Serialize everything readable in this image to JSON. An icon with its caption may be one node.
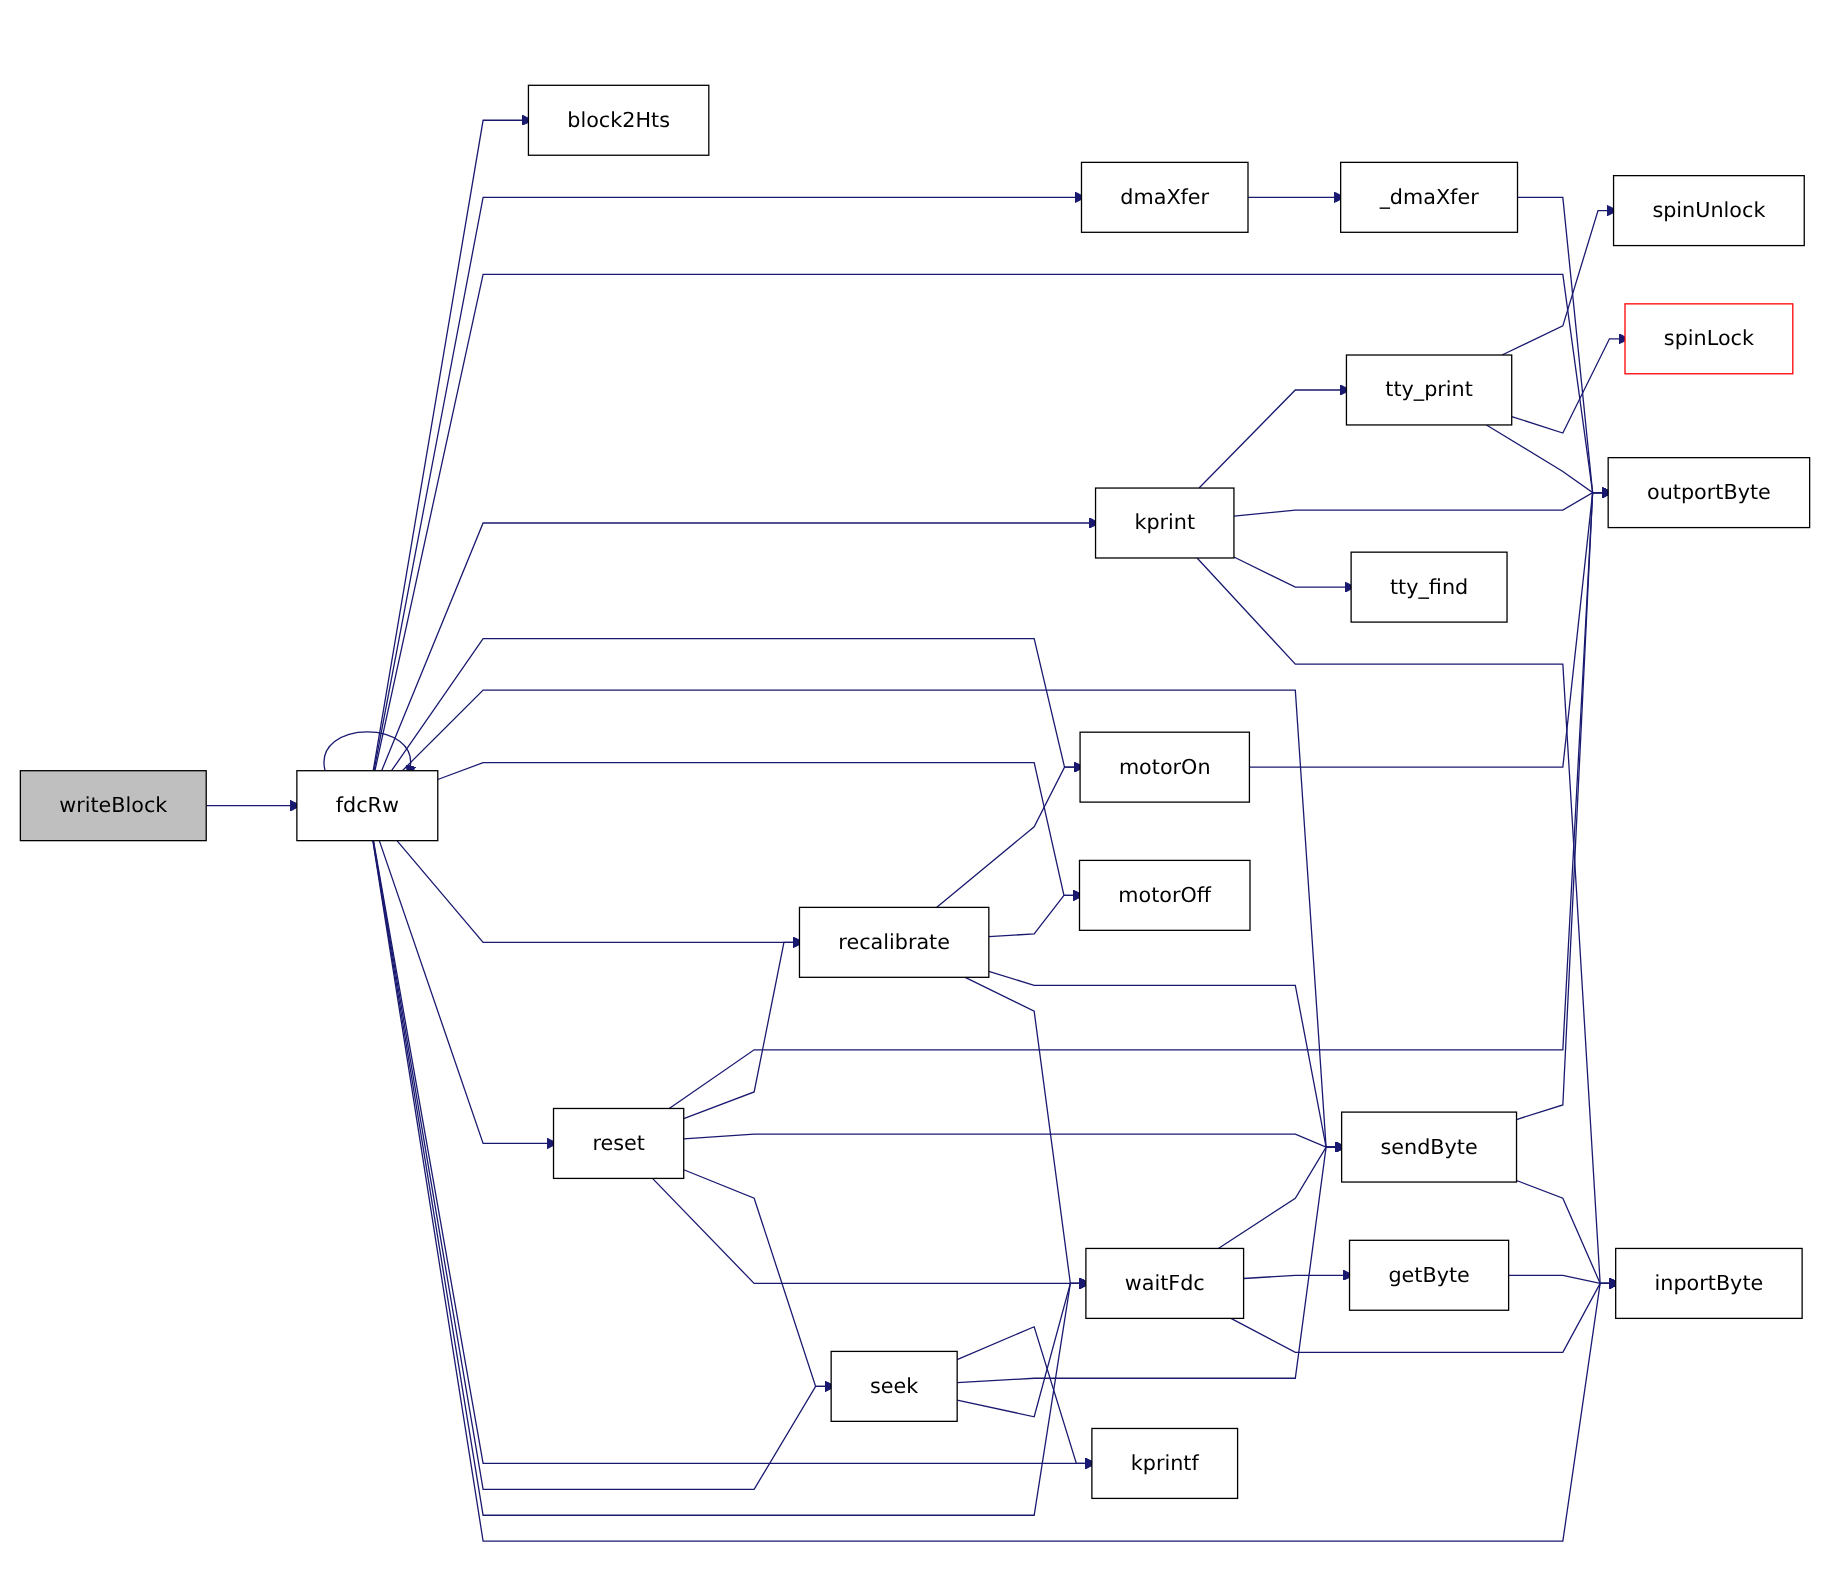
{
  "diagram": {
    "nodes": [
      {
        "text": [
          "writeBlock"
        ]
      },
      {
        "text": [
          "fdcRw"
        ]
      },
      {
        "text": [
          "block2Hts"
        ]
      },
      {
        "text": [
          "dmaXfer"
        ]
      },
      {
        "text": [
          "_dmaXfer"
        ]
      },
      {
        "text": [
          "tty_print"
        ]
      },
      {
        "text": [
          "spinUnlock"
        ]
      },
      {
        "text": [
          "spinLock"
        ]
      },
      {
        "text": [
          "outportByte"
        ]
      },
      {
        "text": [
          "kprint"
        ]
      },
      {
        "text": [
          "tty_find"
        ]
      },
      {
        "text": [
          "motorOn"
        ]
      },
      {
        "text": [
          "motorOff"
        ]
      },
      {
        "text": [
          "recalibrate"
        ]
      },
      {
        "text": [
          "reset"
        ]
      },
      {
        "text": [
          "sendByte"
        ]
      },
      {
        "text": [
          "kprintf"
        ]
      },
      {
        "text": [
          "seek"
        ]
      },
      {
        "text": [
          "getByte"
        ]
      },
      {
        "text": [
          "inportByte"
        ]
      },
      {
        "text": [
          "waitFdc"
        ]
      }
    ],
    "edges": [
      {
        "from": 0,
        "to": 1,
        "arrow": "to"
      },
      {
        "from": 1,
        "to": 1,
        "arrow": "to"
      },
      {
        "from": 1,
        "to": 2,
        "arrow": "to"
      },
      {
        "from": 1,
        "to": 3,
        "arrow": "to"
      },
      {
        "from": 3,
        "to": 4,
        "arrow": "to"
      },
      {
        "from": 4,
        "to": 8,
        "arrow": "to"
      },
      {
        "from": 1,
        "to": 8,
        "arrow": "to"
      },
      {
        "from": 1,
        "to": 9,
        "arrow": "to"
      },
      {
        "from": 9,
        "to": 5,
        "arrow": "to"
      },
      {
        "from": 5,
        "to": 6,
        "arrow": "to"
      },
      {
        "from": 5,
        "to": 7,
        "arrow": "to"
      },
      {
        "from": 5,
        "to": 8,
        "arrow": "to"
      },
      {
        "from": 9,
        "to": 8,
        "arrow": "to"
      },
      {
        "from": 9,
        "to": 10,
        "arrow": "to"
      },
      {
        "from": 9,
        "to": 19,
        "arrow": "to"
      },
      {
        "from": 1,
        "to": 11,
        "arrow": "to"
      },
      {
        "from": 11,
        "to": 8,
        "arrow": "to"
      },
      {
        "from": 1,
        "to": 15,
        "arrow": "to"
      },
      {
        "from": 1,
        "to": 12,
        "arrow": "to"
      },
      {
        "from": 1,
        "to": 13,
        "arrow": "to"
      },
      {
        "from": 1,
        "to": 14,
        "arrow": "to"
      },
      {
        "from": 13,
        "to": 11,
        "arrow": "to"
      },
      {
        "from": 13,
        "to": 12,
        "arrow": "to"
      },
      {
        "from": 13,
        "to": 15,
        "arrow": "to"
      },
      {
        "from": 13,
        "to": 20,
        "arrow": "to"
      },
      {
        "from": 14,
        "to": 8,
        "arrow": "to"
      },
      {
        "from": 14,
        "to": 13,
        "arrow": "to"
      },
      {
        "from": 14,
        "to": 15,
        "arrow": "to"
      },
      {
        "from": 14,
        "to": 17,
        "arrow": "to"
      },
      {
        "from": 14,
        "to": 20,
        "arrow": "to"
      },
      {
        "from": 1,
        "to": 16,
        "arrow": "to"
      },
      {
        "from": 1,
        "to": 17,
        "arrow": "to"
      },
      {
        "from": 1,
        "to": 20,
        "arrow": "to"
      },
      {
        "from": 1,
        "to": 19,
        "arrow": "to"
      },
      {
        "from": 17,
        "to": 16,
        "arrow": "to"
      },
      {
        "from": 17,
        "to": 15,
        "arrow": "to"
      },
      {
        "from": 17,
        "to": 20,
        "arrow": "to"
      },
      {
        "from": 15,
        "to": 8,
        "arrow": "to"
      },
      {
        "from": 15,
        "to": 19,
        "arrow": "to"
      },
      {
        "from": 20,
        "to": 15,
        "arrow": "to"
      },
      {
        "from": 20,
        "to": 18,
        "arrow": "to"
      },
      {
        "from": 18,
        "to": 19,
        "arrow": "to"
      },
      {
        "from": 20,
        "to": 19,
        "arrow": "to"
      }
    ]
  }
}
